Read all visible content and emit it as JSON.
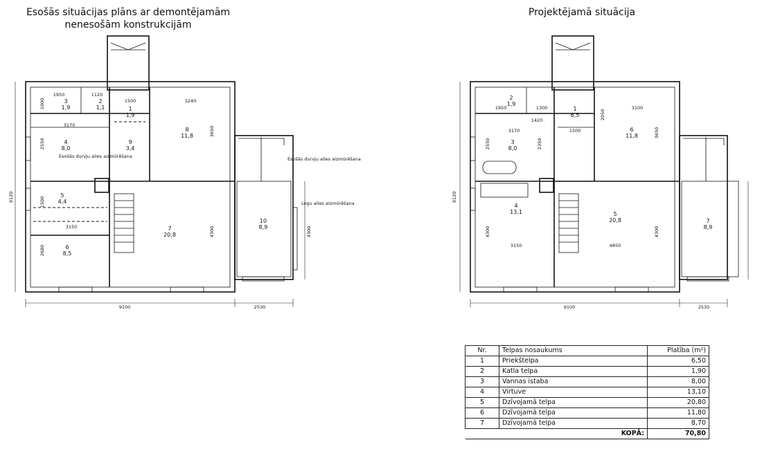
{
  "left_plan": {
    "title": "Esošās situācijas plāns ar demontējamām nenesošām konstrukcijām",
    "rooms": [
      {
        "nr": "3",
        "area": "1,9"
      },
      {
        "nr": "2",
        "area": "1,1"
      },
      {
        "nr": "1",
        "area": "1,9"
      },
      {
        "nr": "8",
        "area": "11,8"
      },
      {
        "nr": "4",
        "area": "8,0"
      },
      {
        "nr": "9",
        "area": "3,4"
      },
      {
        "nr": "5",
        "area": "4,4"
      },
      {
        "nr": "7",
        "area": "20,8"
      },
      {
        "nr": "10",
        "area": "8,9"
      },
      {
        "nr": "6",
        "area": "8,5"
      }
    ],
    "dimensions": [
      "1950",
      "1120",
      "1500",
      "3240",
      "1000",
      "3170",
      "2550",
      "3650",
      "1500",
      "3150",
      "2680",
      "4300",
      "9120",
      "9100",
      "2530",
      "4300"
    ],
    "notes": {
      "door_inner": "Esošās durvju ailes aizmūrēšana",
      "door_outer": "Esošās durvju ailes aizmūrēšana",
      "window": "Logu ailes aizmūrēšana"
    }
  },
  "right_plan": {
    "title": "Projektējamā situācija",
    "rooms": [
      {
        "nr": "2",
        "area": "1,9"
      },
      {
        "nr": "1",
        "area": "6,5"
      },
      {
        "nr": "6",
        "area": "11,8"
      },
      {
        "nr": "3",
        "area": "8,0"
      },
      {
        "nr": "4",
        "area": "13,1"
      },
      {
        "nr": "5",
        "area": "20,8"
      },
      {
        "nr": "7",
        "area": "8,9"
      }
    ],
    "dimensions": [
      "1950",
      "1300",
      "2050",
      "3100",
      "1420",
      "3170",
      "1500",
      "2550",
      "2350",
      "3650",
      "9120",
      "4300",
      "3150",
      "4850",
      "4300",
      "9100",
      "2530"
    ]
  },
  "table": {
    "headers": {
      "nr": "Nr.",
      "name": "Telpas nosaukums",
      "area": "Platība (m²)"
    },
    "rows": [
      {
        "nr": "1",
        "name": "Priekštelpa",
        "area": "6,50"
      },
      {
        "nr": "2",
        "name": "Katla telpa",
        "area": "1,90"
      },
      {
        "nr": "3",
        "name": "Vannas istaba",
        "area": "8,00"
      },
      {
        "nr": "4",
        "name": "Virtuve",
        "area": "13,10"
      },
      {
        "nr": "5",
        "name": "Dzīvojamā telpa",
        "area": "20,80"
      },
      {
        "nr": "6",
        "name": "Dzīvojamā telpa",
        "area": "11,80"
      },
      {
        "nr": "7",
        "name": "Dzīvojamā telpa",
        "area": "8,70"
      }
    ],
    "total_label": "KOPĀ:",
    "total_value": "70,80"
  }
}
